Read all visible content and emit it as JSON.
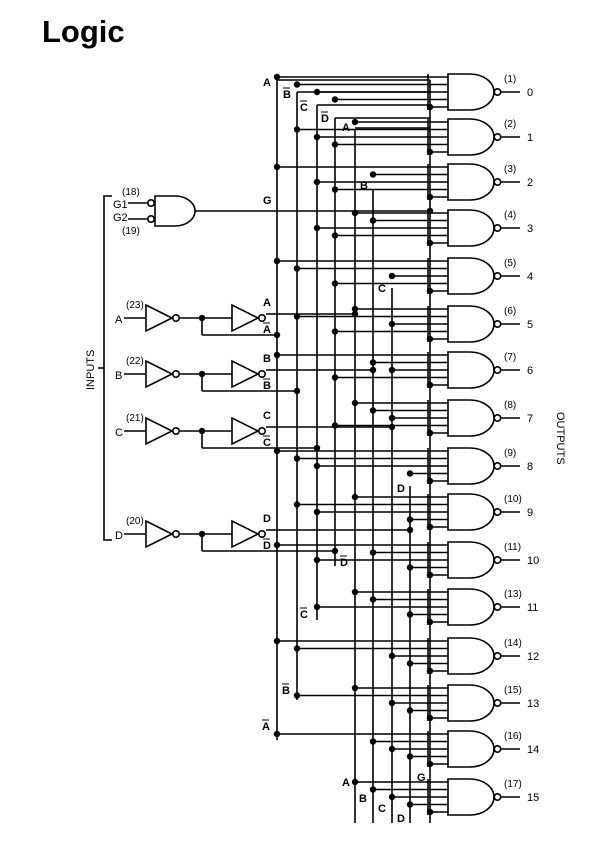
{
  "title": "Logic",
  "side_labels": {
    "inputs": "INPUTS",
    "outputs": "OUTPUTS"
  },
  "enable": {
    "g1": {
      "label": "G1",
      "pin": "(18)"
    },
    "g2": {
      "label": "G2",
      "pin": "(19)"
    },
    "bus_label": "G"
  },
  "inputs": [
    {
      "label": "A",
      "pin": "(23)",
      "true_label": "A",
      "comp_label": "A"
    },
    {
      "label": "B",
      "pin": "(22)",
      "true_label": "B",
      "comp_label": "B"
    },
    {
      "label": "C",
      "pin": "(21)",
      "true_label": "C",
      "comp_label": "C"
    },
    {
      "label": "D",
      "pin": "(20)",
      "true_label": "D",
      "comp_label": "D"
    }
  ],
  "bus_labels": [
    {
      "text": "A",
      "bar": false
    },
    {
      "text": "B",
      "bar": true
    },
    {
      "text": "C",
      "bar": true
    },
    {
      "text": "D",
      "bar": true
    },
    {
      "text": "A",
      "bar": false
    },
    {
      "text": "B",
      "bar": false
    },
    {
      "text": "C",
      "bar": false
    },
    {
      "text": "D",
      "bar": false
    },
    {
      "text": "D",
      "bar": true
    },
    {
      "text": "C",
      "bar": true
    },
    {
      "text": "B",
      "bar": true
    },
    {
      "text": "A",
      "bar": true
    },
    {
      "text": "A",
      "bar": false
    },
    {
      "text": "B",
      "bar": false
    },
    {
      "text": "C",
      "bar": false
    },
    {
      "text": "D",
      "bar": false
    },
    {
      "text": "G",
      "bar": false
    }
  ],
  "outputs": [
    {
      "pin": "(1)",
      "label": "0"
    },
    {
      "pin": "(2)",
      "label": "1"
    },
    {
      "pin": "(3)",
      "label": "2"
    },
    {
      "pin": "(4)",
      "label": "3"
    },
    {
      "pin": "(5)",
      "label": "4"
    },
    {
      "pin": "(6)",
      "label": "5"
    },
    {
      "pin": "(7)",
      "label": "6"
    },
    {
      "pin": "(8)",
      "label": "7"
    },
    {
      "pin": "(9)",
      "label": "8"
    },
    {
      "pin": "(10)",
      "label": "9"
    },
    {
      "pin": "(11)",
      "label": "10"
    },
    {
      "pin": "(13)",
      "label": "11"
    },
    {
      "pin": "(14)",
      "label": "12"
    },
    {
      "pin": "(15)",
      "label": "13"
    },
    {
      "pin": "(16)",
      "label": "14"
    },
    {
      "pin": "(17)",
      "label": "15"
    }
  ]
}
